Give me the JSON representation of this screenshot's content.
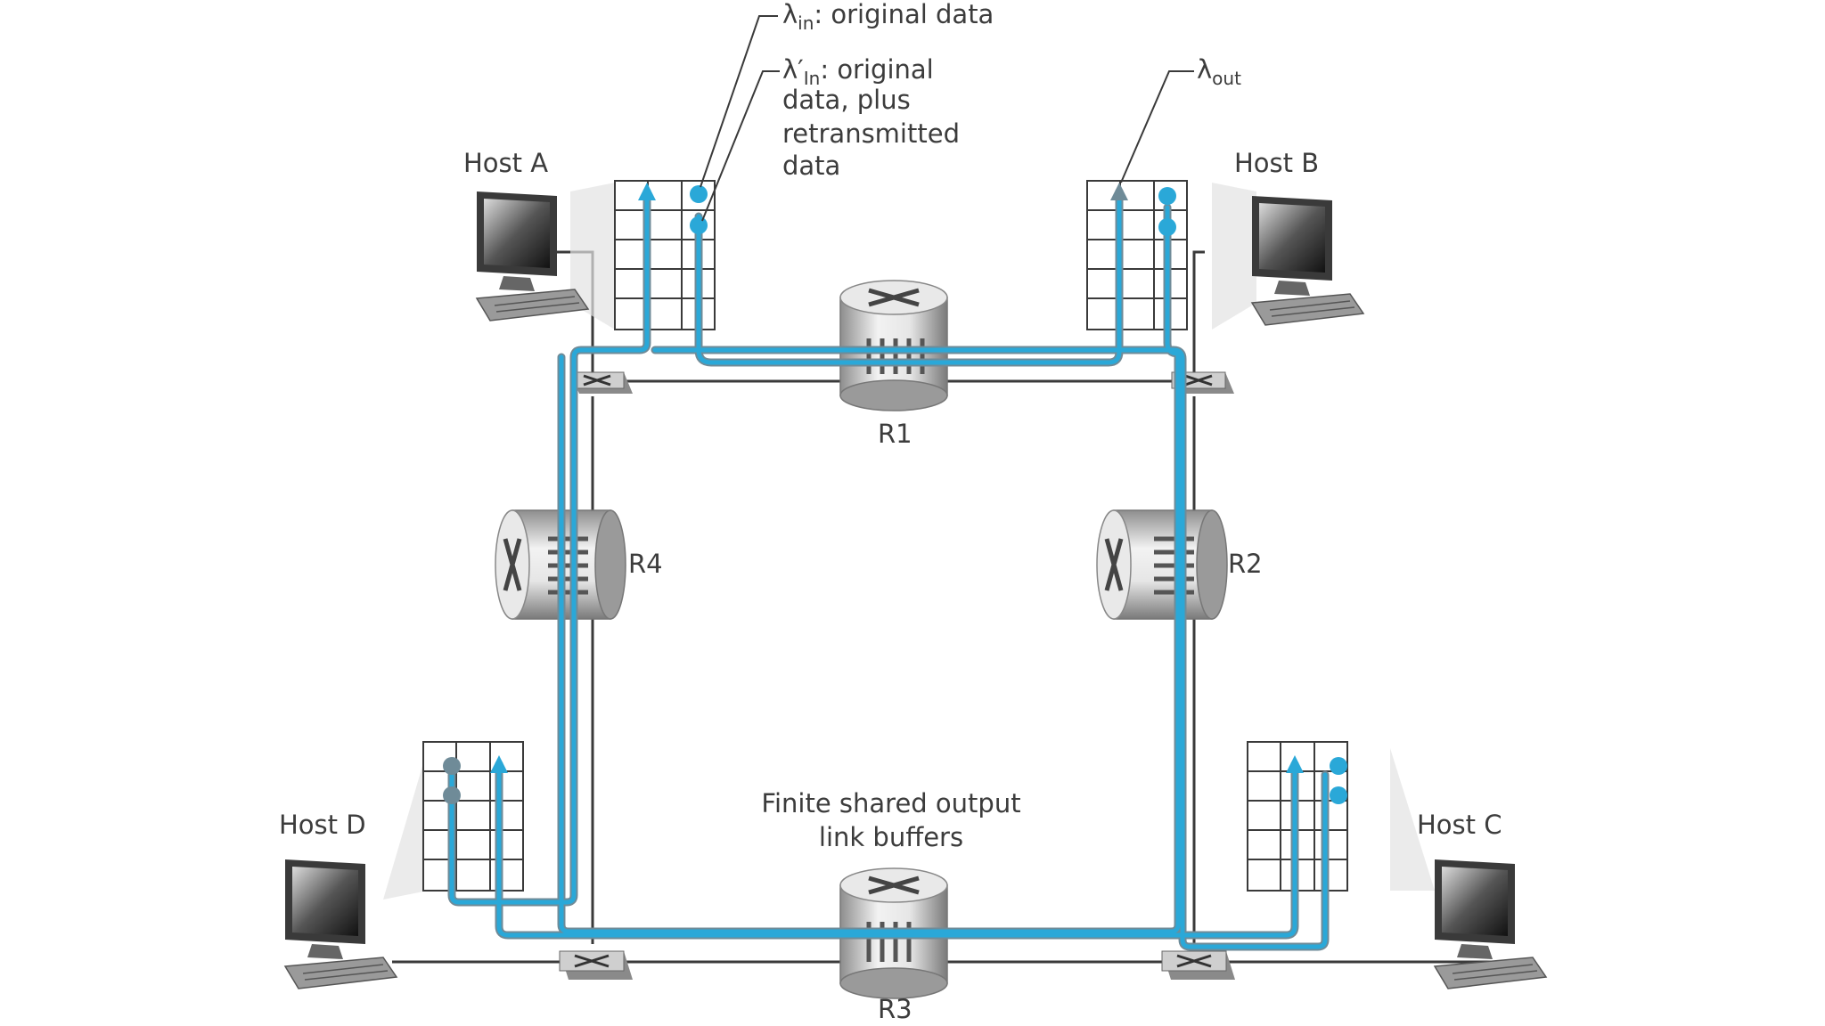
{
  "hosts": {
    "a": "Host A",
    "b": "Host B",
    "c": "Host C",
    "d": "Host D"
  },
  "routers": {
    "r1": "R1",
    "r2": "R2",
    "r3": "R3",
    "r4": "R4"
  },
  "labels": {
    "lambda_in_symbol": "λ",
    "lambda_in_sub": "in",
    "lambda_in_text": ": original data",
    "lambda_in_prime_symbol": "λ′",
    "lambda_in_prime_sub": "In",
    "lambda_in_prime_text": ": original",
    "lambda_in_prime_line2": "data, plus",
    "lambda_in_prime_line3": "retransmitted",
    "lambda_in_prime_line4": "data",
    "lambda_out_symbol": "λ",
    "lambda_out_sub": "out",
    "buffers_line1": "Finite shared output",
    "buffers_line2": "link buffers"
  },
  "colors": {
    "flow_blue": "#2aa8d8",
    "flow_gray": "#6f8b98",
    "link": "#3a3a3a",
    "buffer_border": "#3a3a3a"
  }
}
